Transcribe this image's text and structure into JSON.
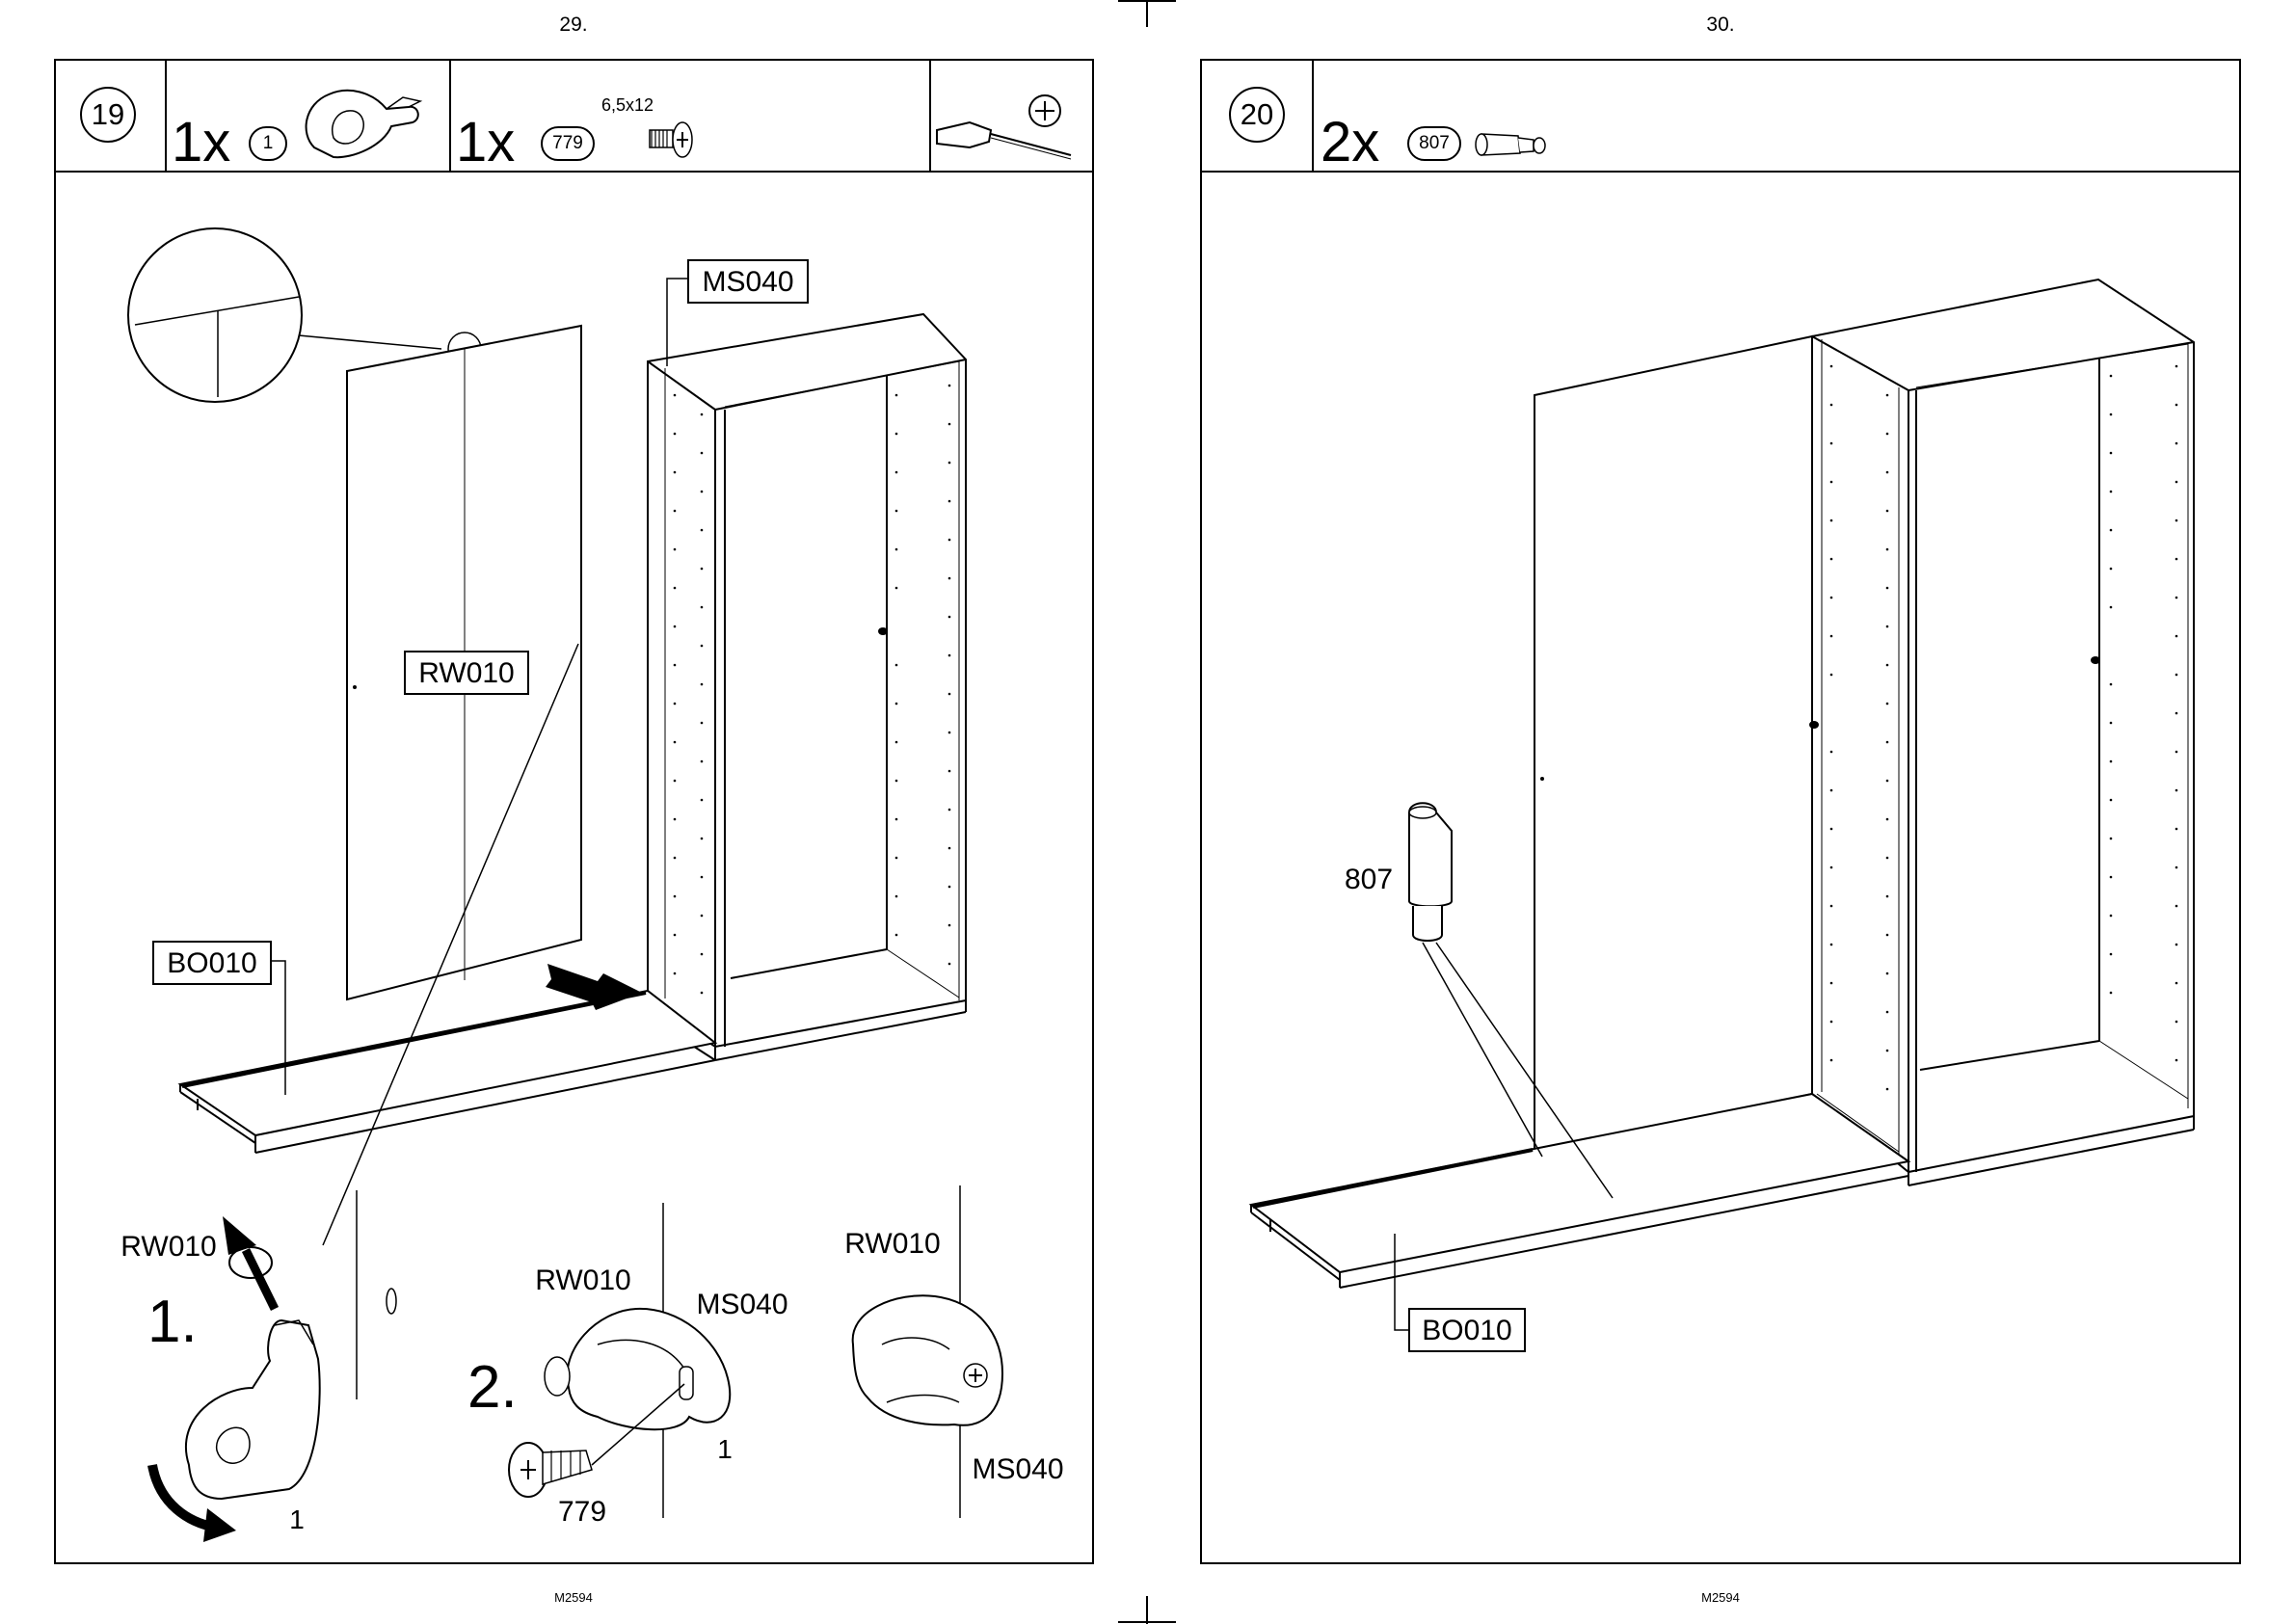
{
  "pages": {
    "left_number": "29.",
    "right_number": "30.",
    "left_footer": "M2594",
    "right_footer": "M2594"
  },
  "step19": {
    "number": "19",
    "part1": {
      "qty": "1x",
      "id": "1"
    },
    "part2": {
      "qty": "1x",
      "id": "779",
      "size": "6,5x12"
    },
    "tool": "phillips-screwdriver-icon",
    "labels": {
      "ms040_box": "MS040",
      "rw010_box": "RW010",
      "bo010_box": "BO010",
      "rw010_a": "RW010",
      "rw010_b": "RW010",
      "rw010_c": "RW010",
      "ms040_a": "MS040",
      "ms040_b": "MS040",
      "bracket_1a": "1",
      "bracket_1b": "1",
      "screw_779": "779",
      "sub1": "1.",
      "sub2": "2."
    }
  },
  "step20": {
    "number": "20",
    "part1": {
      "qty": "2x",
      "id": "807"
    },
    "labels": {
      "dowel_807": "807",
      "bo010_box": "BO010"
    }
  }
}
